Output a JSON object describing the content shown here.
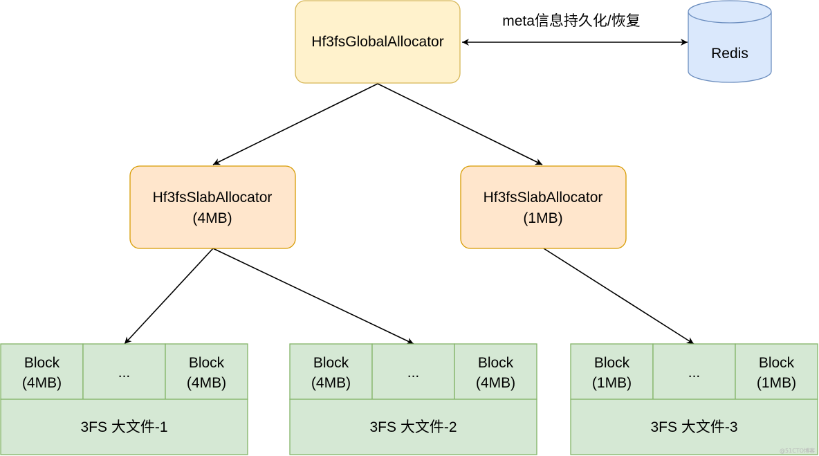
{
  "colors": {
    "global_fill": "#fff2cc",
    "global_stroke": "#d6b656",
    "slab_fill": "#ffe6cc",
    "slab_stroke": "#d79b00",
    "redis_fill": "#dae8fc",
    "redis_stroke": "#6c8ebf",
    "file_fill": "#d5e8d4",
    "file_stroke": "#82b366",
    "edge": "#000000"
  },
  "nodes": {
    "global_allocator": {
      "label": "Hf3fsGlobalAllocator"
    },
    "redis": {
      "label": "Redis",
      "shape": "cylinder"
    },
    "slab_4mb": {
      "line1": "Hf3fsSlabAllocator",
      "line2": "(4MB)"
    },
    "slab_1mb": {
      "line1": "Hf3fsSlabAllocator",
      "line2": "(1MB)"
    }
  },
  "edges": {
    "persist_label": "meta信息持久化/恢复"
  },
  "files": [
    {
      "caption": "3FS 大文件-1",
      "blocks": [
        {
          "line1": "Block",
          "line2": "(4MB)"
        },
        {
          "line1": "...",
          "line2": ""
        },
        {
          "line1": "Block",
          "line2": "(4MB)"
        }
      ]
    },
    {
      "caption": "3FS 大文件-2",
      "blocks": [
        {
          "line1": "Block",
          "line2": "(4MB)"
        },
        {
          "line1": "...",
          "line2": ""
        },
        {
          "line1": "Block",
          "line2": "(4MB)"
        }
      ]
    },
    {
      "caption": "3FS 大文件-3",
      "blocks": [
        {
          "line1": "Block",
          "line2": "(1MB)"
        },
        {
          "line1": "...",
          "line2": ""
        },
        {
          "line1": "Block",
          "line2": "(1MB)"
        }
      ]
    }
  ],
  "watermark": "@51CTO博客"
}
